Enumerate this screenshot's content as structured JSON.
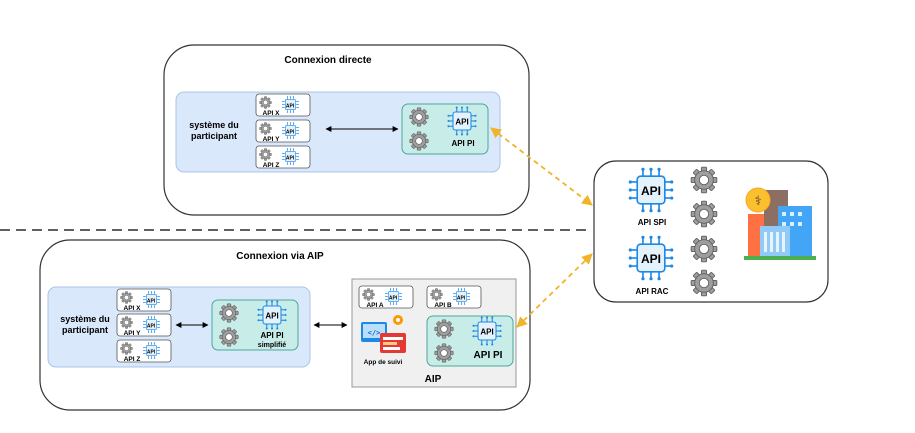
{
  "sections": {
    "direct": {
      "title": "Connexion directe"
    },
    "via_aip": {
      "title": "Connexion via AIP"
    }
  },
  "participant_label_line1": "système du",
  "participant_label_line2": "participant",
  "api_badges": {
    "x": "API X",
    "y": "API Y",
    "z": "API Z",
    "a": "API A",
    "b": "API B"
  },
  "api_icon_text": "API",
  "api_pi": "API PI",
  "api_pi_simplifie_line1": "API PI",
  "api_pi_simplifie_line2": "simplifié",
  "aip_label": "AIP",
  "app_suivi": "App de suivi",
  "central": {
    "api_spi": "API SPI",
    "api_rac": "API RAC"
  },
  "colors": {
    "participant_fill": "#dae8fc",
    "participant_stroke": "#6c8ebf",
    "api_pi_fill": "#c8ece8",
    "api_pi_stroke": "#4aa79a",
    "aip_fill": "#f0f0f0",
    "dashed_arrow": "#f0b429",
    "chip": "#1e88e5"
  }
}
